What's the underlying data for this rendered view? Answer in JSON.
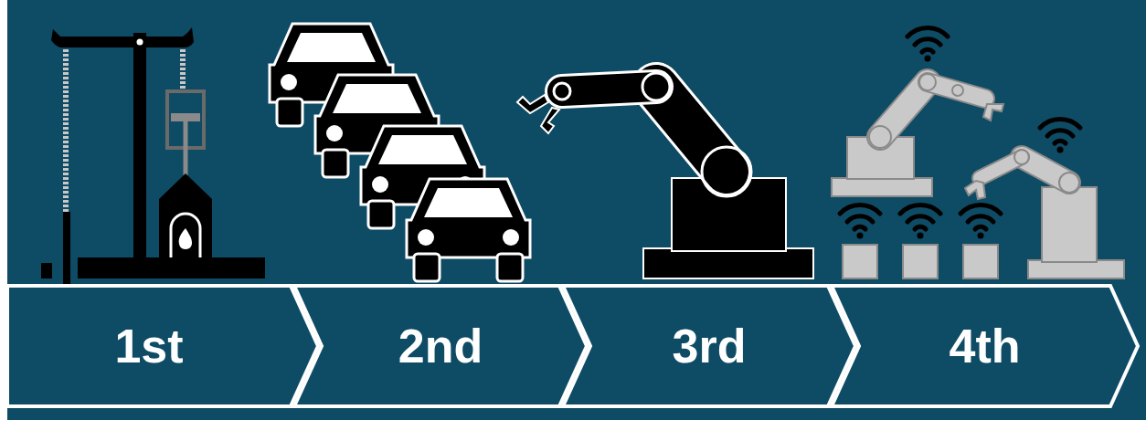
{
  "diagram": {
    "nodes": [
      {
        "text": [
          "1st"
        ]
      },
      {
        "text": [
          "2nd"
        ]
      },
      {
        "text": [
          "3rd"
        ]
      },
      {
        "text": [
          "4th"
        ]
      }
    ]
  }
}
